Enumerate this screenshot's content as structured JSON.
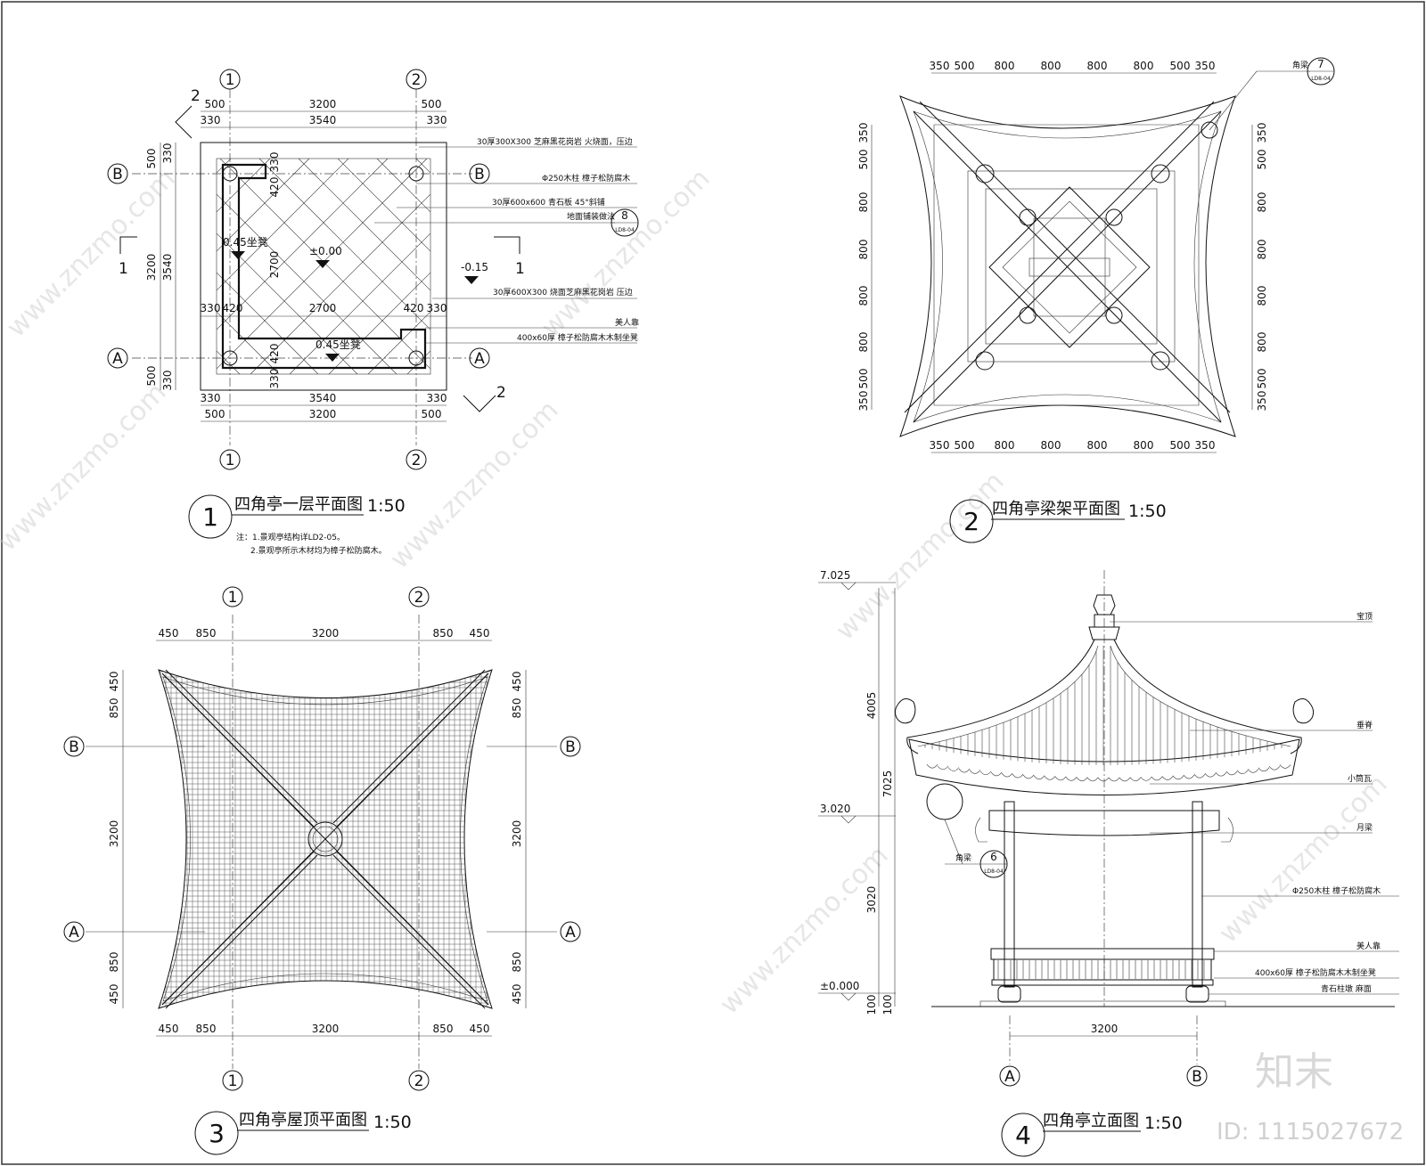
{
  "drawings": {
    "plan": {
      "title": "四角亭一层平面图",
      "scale": "1:50",
      "number": "1",
      "axes": {
        "v1": "1",
        "v2": "2",
        "hA": "A",
        "hB": "B"
      },
      "dims_top_outer": [
        "500",
        "3200",
        "500"
      ],
      "dims_top_inner": [
        "330",
        "3540",
        "330"
      ],
      "dims_left_outer": [
        "500",
        "3200",
        "500"
      ],
      "dims_left_inner": [
        "330",
        "3540",
        "330"
      ],
      "dims_inner": {
        "a": "420",
        "b": "330",
        "c": "2700",
        "d": "420",
        "e": "330",
        "f": "420",
        "g": "2700",
        "h": "420"
      },
      "levels": {
        "seat1": "0.45坐凳",
        "center": "±0.00",
        "outside": "-0.15",
        "seat2": "0.45坐凳"
      },
      "section_marks": {
        "s1": "1",
        "s2": "2"
      },
      "callouts": [
        "30厚300X300 芝麻黑花岗岩 火烧面，压边",
        "Φ250木柱  樟子松防腐木",
        "30厚600x600 青石板 45°斜铺",
        "地面铺装做法",
        "30厚600X300 烧面芝麻黑花岗岩 压边",
        "美人靠",
        "400x60厚 樟子松防腐木木制坐凳"
      ],
      "detail_ref": {
        "num": "8",
        "sheet": "LD8-04"
      },
      "notes": [
        "注：1.景观亭结构详LD2-05。",
        "2.景观亭所示木材均为樟子松防腐木。"
      ]
    },
    "beam": {
      "title": "四角亭梁架平面图",
      "scale": "1:50",
      "number": "2",
      "dims_top": [
        "350",
        "500",
        "800",
        "800",
        "800",
        "800",
        "500",
        "350"
      ],
      "dims_side": [
        "350",
        "500",
        "800",
        "800",
        "800",
        "800",
        "500",
        "350"
      ],
      "ref_label": "角梁",
      "ref": {
        "num": "7",
        "sheet": "LD8-04"
      }
    },
    "roof": {
      "title": "四角亭屋顶平面图",
      "scale": "1:50",
      "number": "3",
      "axes": {
        "v1": "1",
        "v2": "2",
        "hA": "A",
        "hB": "B"
      },
      "dims_top": [
        "450",
        "850",
        "3200",
        "850",
        "450"
      ],
      "dims_side": [
        "450",
        "850",
        "3200",
        "850",
        "450"
      ]
    },
    "elev": {
      "title": "四角亭立面图",
      "scale": "1:50",
      "number": "4",
      "axes": {
        "a": "A",
        "b": "B"
      },
      "levels": [
        "7.025",
        "3.020",
        "±0.000"
      ],
      "dims_v": [
        "4005",
        "7025",
        "3020",
        "100",
        "100"
      ],
      "dim_h": "3200",
      "labels": [
        "宝顶",
        "垂脊",
        "小筒瓦",
        "月梁",
        "Φ250木柱  樟子松防腐木",
        "美人靠",
        "400x60厚  樟子松防腐木木制坐凳",
        "青石柱墩  麻面"
      ],
      "ref_label": "角梁",
      "ref": {
        "num": "6",
        "sheet": "LD8-04"
      }
    }
  },
  "watermark": {
    "text": "www.znzmo.com",
    "brand": "知末",
    "id": "ID: 1115027672"
  }
}
